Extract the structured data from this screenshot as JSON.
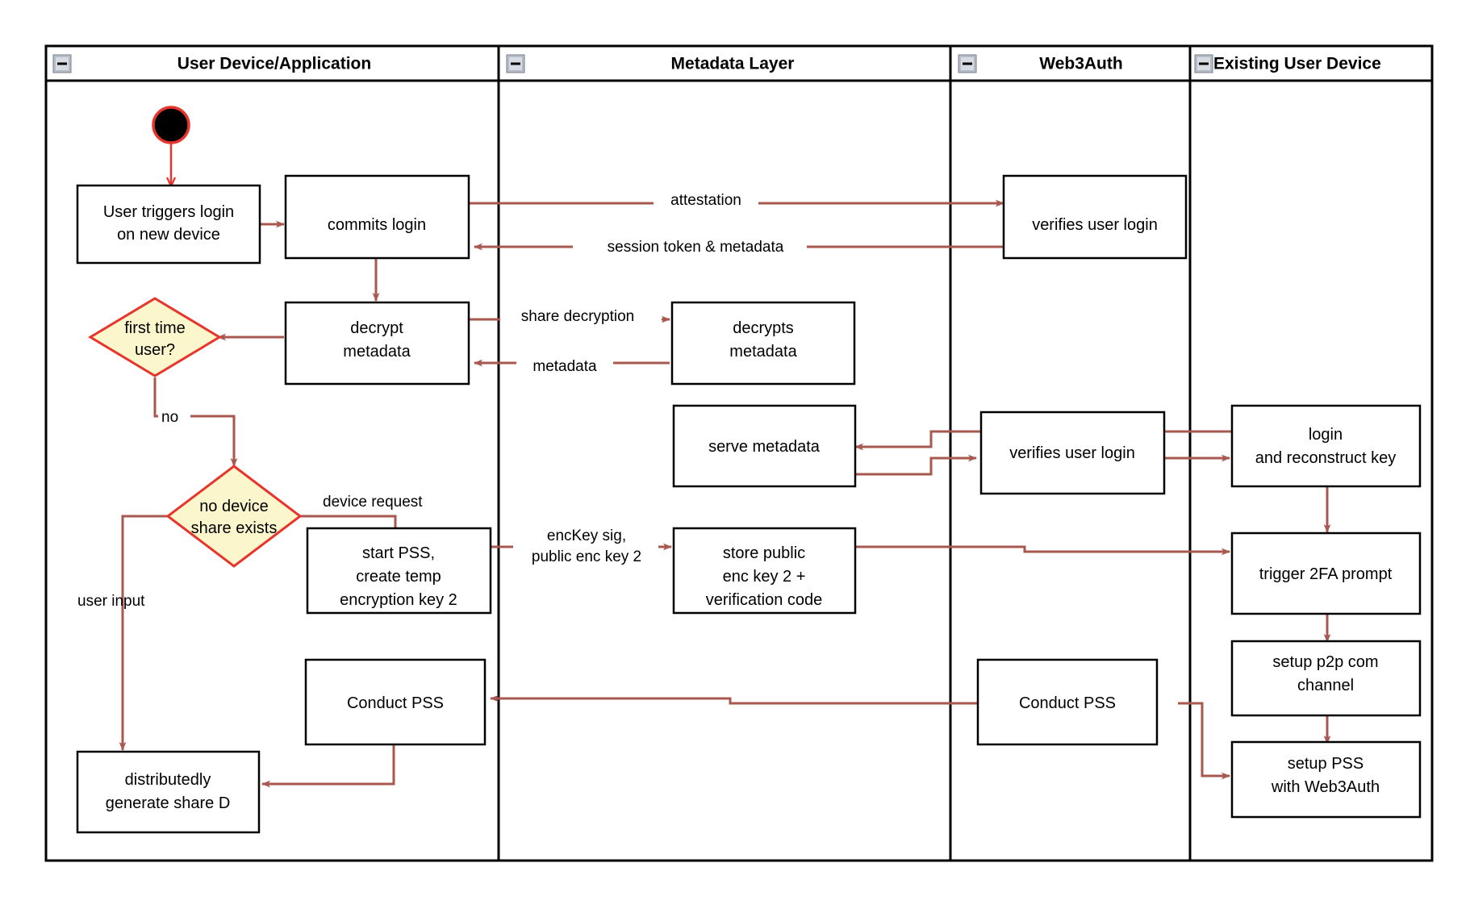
{
  "diagram": {
    "type": "uml-activity-swimlane",
    "title": "Web3Auth new-device login and PSS flow",
    "colors": {
      "flow_arrow": "#a8584f",
      "start_arrow": "#e8352b",
      "decision_fill": "#fcf6cd",
      "decision_stroke": "#e8352b",
      "box_stroke": "#000000",
      "box_fill": "#ffffff",
      "lane_stroke": "#000000",
      "collapse_icon": "#b4bcc8"
    }
  },
  "lanes": [
    {
      "id": "user-device-application",
      "label": "User Device/Application",
      "collapse_icon": "minus-icon"
    },
    {
      "id": "metadata-layer",
      "label": "Metadata Layer",
      "collapse_icon": "minus-icon"
    },
    {
      "id": "web3auth",
      "label": "Web3Auth",
      "collapse_icon": "minus-icon"
    },
    {
      "id": "existing-user-device",
      "label": "Existing User Device",
      "collapse_icon": "minus-icon"
    }
  ],
  "nodes": {
    "start": {
      "kind": "initial-node",
      "label": ""
    },
    "user_triggers_login": {
      "kind": "activity",
      "label": "User triggers login\non new device",
      "lines": [
        "User triggers login",
        "on new device"
      ]
    },
    "commits_login": {
      "kind": "activity",
      "label": "commits login",
      "lines": [
        "commits login"
      ]
    },
    "verifies_user_login_1": {
      "kind": "activity",
      "label": "verifies user login",
      "lines": [
        "verifies user login"
      ]
    },
    "decrypt_metadata": {
      "kind": "activity",
      "label": "decrypt\nmetadata",
      "lines": [
        "decrypt",
        "metadata"
      ]
    },
    "decrypts_metadata": {
      "kind": "activity",
      "label": "decrypts\nmetadata",
      "lines": [
        "decrypts",
        "metadata"
      ]
    },
    "first_time_user": {
      "kind": "decision",
      "label": "first time\nuser?",
      "lines": [
        "first time",
        "user?"
      ]
    },
    "no_device_share_exists": {
      "kind": "decision",
      "label": "no device\nshare exists",
      "lines": [
        "no device",
        "share exists"
      ]
    },
    "serve_metadata": {
      "kind": "activity",
      "label": "serve metadata",
      "lines": [
        "serve metadata"
      ]
    },
    "verifies_user_login_2": {
      "kind": "activity",
      "label": "verifies user login",
      "lines": [
        "verifies user login"
      ]
    },
    "login_and_reconstruct_key": {
      "kind": "activity",
      "label": "login\nand reconstruct key",
      "lines": [
        "login",
        "and reconstruct key"
      ]
    },
    "start_pss_create_temp_key": {
      "kind": "activity",
      "label": "start PSS,\ncreate temp\nencryption key 2",
      "lines": [
        "start PSS,",
        "create temp",
        "encryption key 2"
      ]
    },
    "store_public_enc_key": {
      "kind": "activity",
      "label": "store public\nenc key 2 +\nverification code",
      "lines": [
        "store public",
        "enc key 2 +",
        "verification code"
      ]
    },
    "trigger_2fa_prompt": {
      "kind": "activity",
      "label": "trigger 2FA prompt",
      "lines": [
        "trigger 2FA prompt"
      ]
    },
    "setup_p2p_com_channel": {
      "kind": "activity",
      "label": "setup p2p com\nchannel",
      "lines": [
        "setup p2p com",
        "channel"
      ]
    },
    "conduct_pss_user": {
      "kind": "activity",
      "label": "Conduct PSS",
      "lines": [
        "Conduct PSS"
      ]
    },
    "conduct_pss_web3auth": {
      "kind": "activity",
      "label": "Conduct PSS",
      "lines": [
        "Conduct PSS"
      ]
    },
    "setup_pss_with_web3auth": {
      "kind": "activity",
      "label": "setup PSS\nwith Web3Auth",
      "lines": [
        "setup PSS",
        "with Web3Auth"
      ]
    },
    "distributedly_generate_share_d": {
      "kind": "activity",
      "label": "distributedly\ngenerate share D",
      "lines": [
        "distributedly",
        "generate share D"
      ]
    }
  },
  "edge_labels": {
    "attestation": "attestation",
    "session_token_metadata": "session token & metadata",
    "share_decryption": "share decryption",
    "metadata": "metadata",
    "no": "no",
    "device_request": "device request",
    "user_input": "user input",
    "enckey_sig_line1": "encKey sig,",
    "enckey_sig_line2": "public enc key 2"
  },
  "edges": [
    {
      "from": "start",
      "to": "user_triggers_login",
      "label": ""
    },
    {
      "from": "user_triggers_login",
      "to": "commits_login",
      "label": ""
    },
    {
      "from": "commits_login",
      "to": "verifies_user_login_1",
      "label": "attestation"
    },
    {
      "from": "verifies_user_login_1",
      "to": "commits_login",
      "label": "session token & metadata"
    },
    {
      "from": "commits_login",
      "to": "decrypt_metadata",
      "label": ""
    },
    {
      "from": "decrypt_metadata",
      "to": "first_time_user",
      "label": ""
    },
    {
      "from": "decrypt_metadata",
      "to": "decrypts_metadata",
      "label": "share decryption"
    },
    {
      "from": "decrypts_metadata",
      "to": "decrypt_metadata",
      "label": "metadata"
    },
    {
      "from": "first_time_user",
      "to": "no_device_share_exists",
      "label": "no"
    },
    {
      "from": "no_device_share_exists",
      "to": "start_pss_create_temp_key",
      "label": "device request"
    },
    {
      "from": "no_device_share_exists",
      "to": "distributedly_generate_share_d",
      "label": "user input"
    },
    {
      "from": "start_pss_create_temp_key",
      "to": "store_public_enc_key",
      "label": "encKey sig, public enc key 2"
    },
    {
      "from": "login_and_reconstruct_key",
      "to": "verifies_user_login_2",
      "label": ""
    },
    {
      "from": "verifies_user_login_2",
      "to": "serve_metadata",
      "label": ""
    },
    {
      "from": "serve_metadata",
      "to": "verifies_user_login_2",
      "label": ""
    },
    {
      "from": "verifies_user_login_2",
      "to": "login_and_reconstruct_key",
      "label": ""
    },
    {
      "from": "login_and_reconstruct_key",
      "to": "trigger_2fa_prompt",
      "label": ""
    },
    {
      "from": "store_public_enc_key",
      "to": "trigger_2fa_prompt",
      "label": ""
    },
    {
      "from": "trigger_2fa_prompt",
      "to": "setup_p2p_com_channel",
      "label": ""
    },
    {
      "from": "setup_p2p_com_channel",
      "to": "setup_pss_with_web3auth",
      "label": ""
    },
    {
      "from": "conduct_pss_web3auth",
      "to": "conduct_pss_user",
      "label": ""
    },
    {
      "from": "conduct_pss_web3auth",
      "to": "setup_pss_with_web3auth",
      "label": ""
    },
    {
      "from": "conduct_pss_user",
      "to": "distributedly_generate_share_d",
      "label": ""
    }
  ]
}
